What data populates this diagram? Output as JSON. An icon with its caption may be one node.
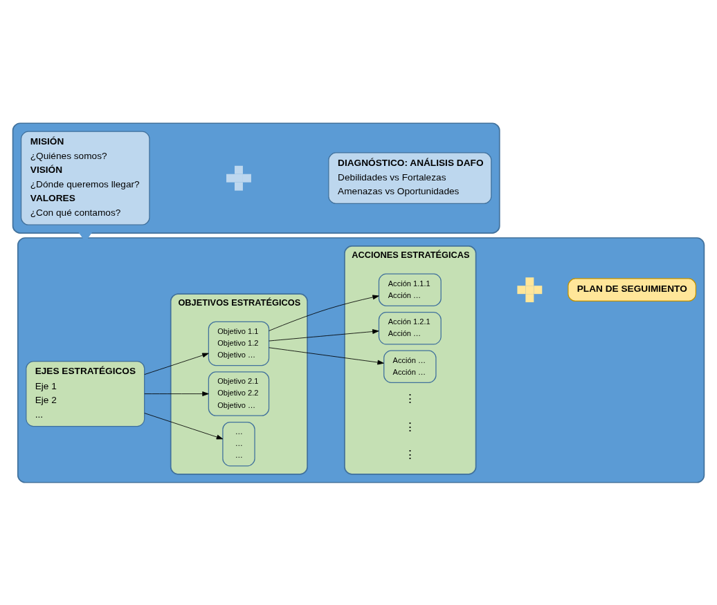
{
  "diagram": {
    "nodes": [
      {
        "text": [],
        "shape": "box"
      },
      {
        "text": [
          "MISIÓN",
          "¿Quiénes somos?",
          "VISIÓN",
          "¿Dónde queremos llegar?",
          "VALORES",
          "¿Con qué contamos?"
        ],
        "in": 0
      },
      {
        "text": [],
        "shape": "plus",
        "in": 0
      },
      {
        "text": [
          "DIAGNÓSTICO: ANÁLISIS DAFO",
          "Debilidades vs Fortalezas",
          "Amenazas vs Oportunidades"
        ],
        "in": 0
      },
      {
        "text": [],
        "shape": "box"
      },
      {
        "text": [
          "EJES ESTRATÉGICOS",
          "Eje 1",
          "Eje 2",
          "..."
        ],
        "in": 4
      },
      {
        "text": [
          "OBJETIVOS ESTRATÉGICOS"
        ],
        "in": 4
      },
      {
        "text": [
          "Objetivo 1.1",
          "Objetivo 1.2",
          "Objetivo …"
        ],
        "in": 6
      },
      {
        "text": [
          "Objetivo 2.1",
          "Objetivo 2.2",
          "Objetivo …"
        ],
        "in": 6
      },
      {
        "text": [
          "…",
          "…",
          "…"
        ],
        "in": 6
      },
      {
        "text": [
          "ACCIONES ESTRATÉGICAS"
        ],
        "in": 4
      },
      {
        "text": [
          "Acción 1.1.1",
          "Acción …"
        ],
        "in": 10
      },
      {
        "text": [
          "Acción 1.2.1",
          "Acción …"
        ],
        "in": 10
      },
      {
        "text": [
          "Acción …",
          "Acción …"
        ],
        "in": 10
      },
      {
        "text": [],
        "shape": "plus",
        "in": 4
      },
      {
        "text": [
          "PLAN DE SEGUIMIENTO"
        ],
        "in": 4
      }
    ],
    "edges": [
      {
        "from": 0,
        "to": 4,
        "arrow": "to",
        "style": "thick",
        "color": "#5b9bd5"
      },
      {
        "from": 5,
        "to": 7,
        "arrow": "to"
      },
      {
        "from": 5,
        "to": 8,
        "arrow": "to"
      },
      {
        "from": 5,
        "to": 9,
        "arrow": "to"
      },
      {
        "from": 7,
        "to": 11,
        "arrow": "to"
      },
      {
        "from": 7,
        "to": 12,
        "arrow": "to"
      },
      {
        "from": 7,
        "to": 13,
        "arrow": "to"
      }
    ],
    "labels": [
      "⋮",
      "⋮",
      "⋮"
    ]
  }
}
